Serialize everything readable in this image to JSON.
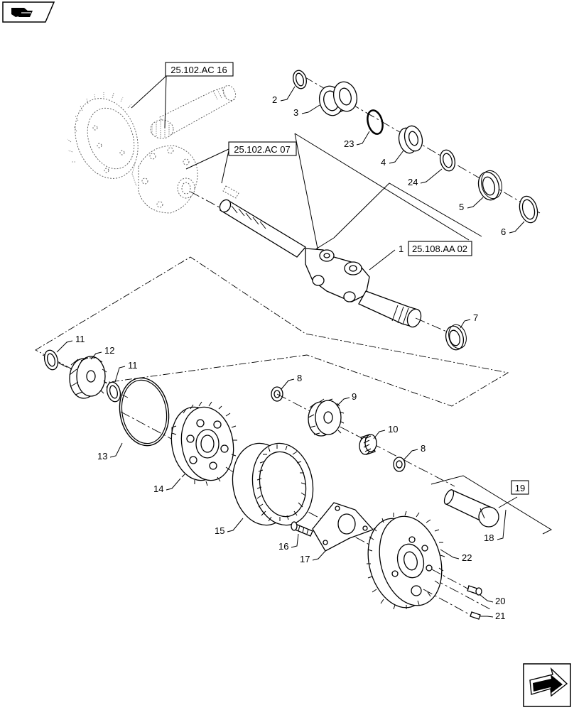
{
  "references": {
    "ref_ac16": "25.102.AC 16",
    "ref_ac07": "25.102.AC 07",
    "ref_aa02": "25.108.AA 02",
    "ref_19": "19"
  },
  "callouts": {
    "c1": "1",
    "c2": "2",
    "c3": "3",
    "c4": "4",
    "c5": "5",
    "c6": "6",
    "c7": "7",
    "c8a": "8",
    "c8b": "8",
    "c9": "9",
    "c10": "10",
    "c11a": "11",
    "c11b": "11",
    "c12": "12",
    "c13": "13",
    "c14": "14",
    "c15": "15",
    "c16": "16",
    "c17": "17",
    "c18": "18",
    "c20": "20",
    "c21": "21",
    "c22": "22",
    "c23": "23",
    "c24": "24"
  },
  "icons": {
    "top_left": "book-arrow-icon",
    "bottom_right": "next-page-arrow-icon"
  }
}
